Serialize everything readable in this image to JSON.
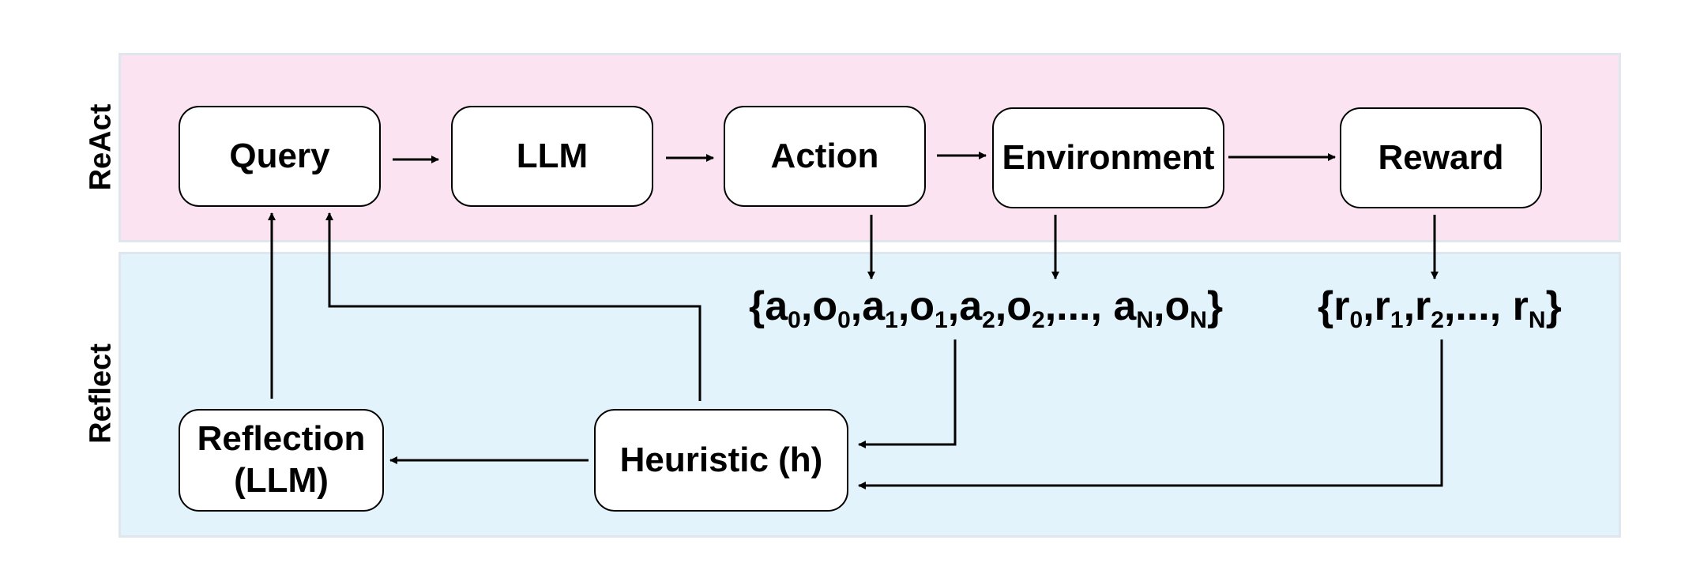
{
  "colors": {
    "react_band": "#fbe3f2",
    "reflect_band": "#e2f3fb",
    "line": "#000000"
  },
  "bands": {
    "react_label": "ReAct",
    "reflect_label": "Reflect"
  },
  "nodes": {
    "query": "Query",
    "llm": "LLM",
    "action": "Action",
    "environment": "Environment",
    "reward": "Reward",
    "reflection_line1": "Reflection",
    "reflection_line2": "(LLM)",
    "heuristic": "Heuristic (h)"
  },
  "trajectory": {
    "open": "{",
    "a0": "a",
    "a0_sub": "0",
    "o0": "o",
    "o0_sub": "0",
    "a1": "a",
    "a1_sub": "1",
    "o1": "o",
    "o1_sub": "1",
    "a2": "a",
    "a2_sub": "2",
    "o2": "o",
    "o2_sub": "2",
    "ellipsis": ",..., ",
    "aN": "a",
    "aN_sub": "N",
    "oN": "o",
    "oN_sub": "N",
    "close": "}"
  },
  "rewards": {
    "open": "{",
    "r0": "r",
    "r0_sub": "0",
    "r1": "r",
    "r1_sub": "1",
    "r2": "r",
    "r2_sub": "2",
    "ellipsis": ",..., ",
    "rN": "r",
    "rN_sub": "N",
    "close": "}"
  }
}
